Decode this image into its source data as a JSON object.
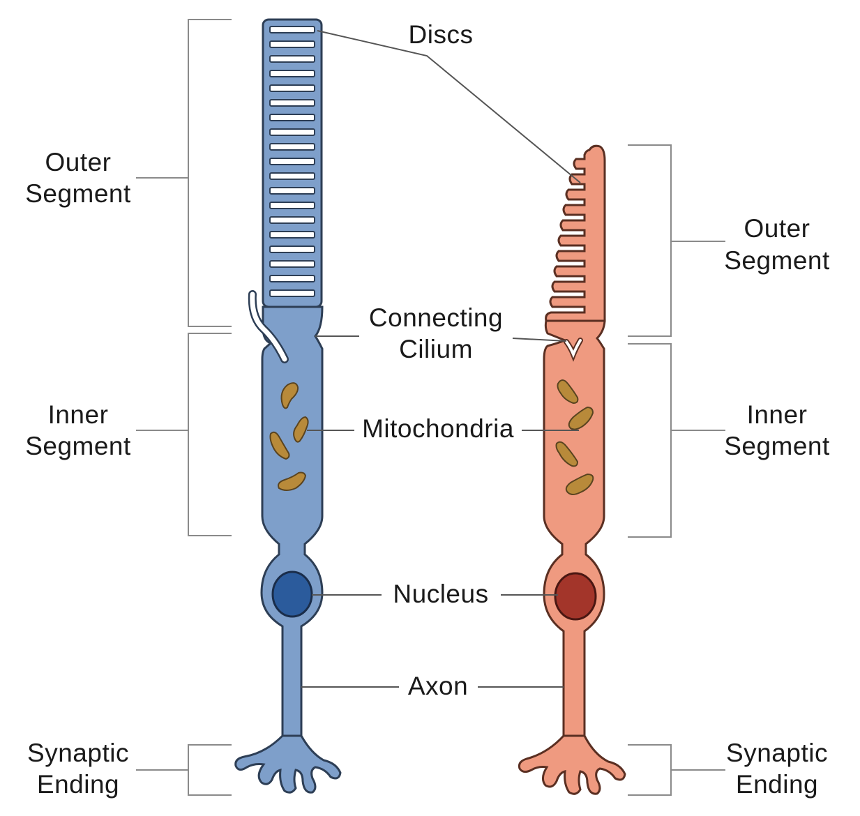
{
  "labels": {
    "outer_segment_left": [
      "Outer",
      "Segment"
    ],
    "inner_segment_left": [
      "Inner",
      "Segment"
    ],
    "synaptic_ending_left": [
      "Synaptic",
      "Ending"
    ],
    "outer_segment_right": [
      "Outer",
      "Segment"
    ],
    "inner_segment_right": [
      "Inner",
      "Segment"
    ],
    "synaptic_ending_right": [
      "Synaptic",
      "Ending"
    ],
    "discs": "Discs",
    "connecting_cilium": [
      "Connecting",
      "Cilium"
    ],
    "mitochondria": "Mitochondria",
    "nucleus": "Nucleus",
    "axon": "Axon"
  },
  "colors": {
    "rod_fill": "#7e9fca",
    "rod_nucleus": "#2b5b9c",
    "cone_fill": "#ef9a80",
    "cone_nucleus": "#a3352a",
    "mitochondria": "#b88a3a",
    "outline": "#2d3e55"
  }
}
